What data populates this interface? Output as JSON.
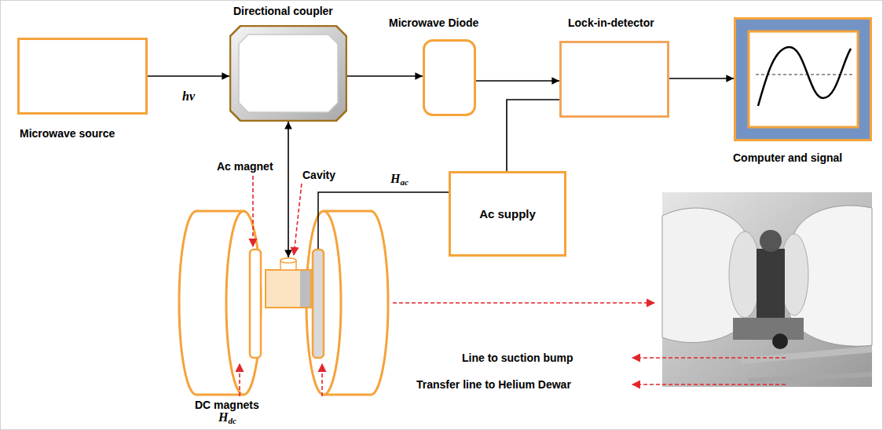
{
  "diagram": {
    "nodes": [
      {
        "text": [
          "Microwave source"
        ]
      },
      {
        "text": [
          "Directional coupler"
        ]
      },
      {
        "text": [
          "Microwave Diode"
        ]
      },
      {
        "text": [
          "Lock-in-detector"
        ]
      },
      {
        "text": [
          "Computer and signal"
        ]
      },
      {
        "text": [
          "Cavity"
        ]
      },
      {
        "text": [
          "Ac supply"
        ]
      }
    ],
    "edges": [
      {
        "from": 0,
        "to": 1,
        "label": "hν",
        "arrow": "to"
      },
      {
        "from": 1,
        "to": 2,
        "arrow": "to"
      },
      {
        "from": 2,
        "to": 3,
        "arrow": "to"
      },
      {
        "from": 3,
        "to": 4,
        "arrow": "to"
      },
      {
        "from": 1,
        "to": 5,
        "arrow": "both"
      },
      {
        "from": 6,
        "to": 3,
        "arrow": "none"
      }
    ],
    "labels": [
      "Ac magnet",
      "Hac",
      "DC magnets",
      "Hdc",
      "Line to suction bump",
      "Transfer line to Helium Dewar"
    ]
  }
}
